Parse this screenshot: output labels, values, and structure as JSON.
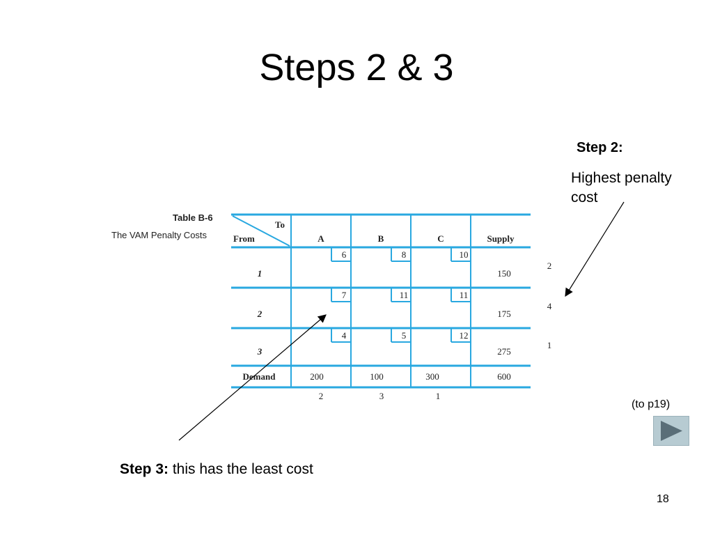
{
  "slide": {
    "title": "Steps 2 & 3",
    "page_number": "18"
  },
  "step2": {
    "heading": "Step 2:",
    "text_line1": "Highest penalty",
    "text_line2": "cost"
  },
  "step3": {
    "heading": "Step 3:",
    "text": " this has the least cost"
  },
  "nav": {
    "link_text": "(to p19)",
    "button_icon": "play-triangle-icon"
  },
  "table": {
    "label": "Table B-6",
    "caption": "The VAM Penalty Costs",
    "corner_to": "To",
    "corner_from": "From",
    "columns": [
      "A",
      "B",
      "C",
      "Supply"
    ],
    "rows": [
      {
        "name": "1",
        "costs": [
          "6",
          "8",
          "10"
        ],
        "supply": "150",
        "penalty": "2"
      },
      {
        "name": "2",
        "costs": [
          "7",
          "11",
          "11"
        ],
        "supply": "175",
        "penalty": "4"
      },
      {
        "name": "3",
        "costs": [
          "4",
          "5",
          "12"
        ],
        "supply": "275",
        "penalty": "1"
      }
    ],
    "demand_label": "Demand",
    "demand": [
      "200",
      "100",
      "300",
      "600"
    ],
    "column_penalties": [
      "2",
      "3",
      "1"
    ],
    "line_color": "#29a8e0"
  }
}
